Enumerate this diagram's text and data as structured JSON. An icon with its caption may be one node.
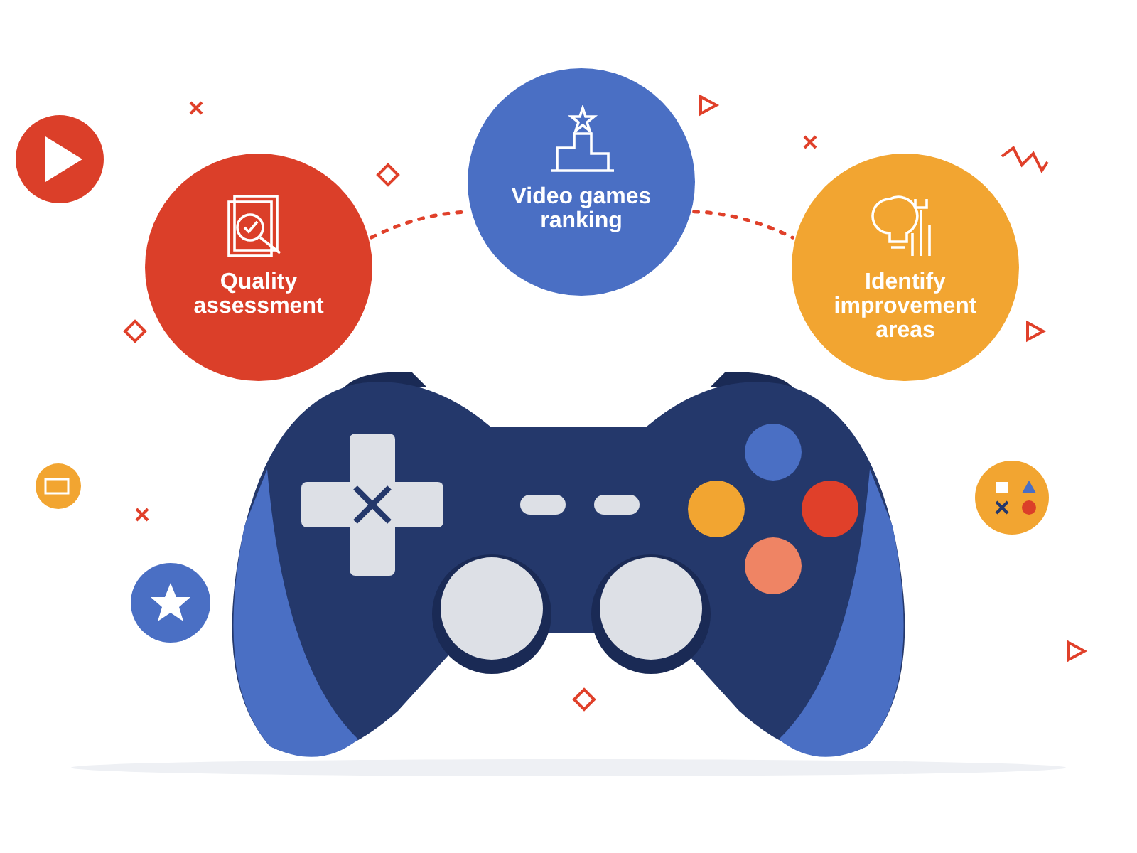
{
  "diagram": {
    "nodes": [
      {
        "text": [
          "Quality assessment"
        ]
      },
      {
        "text": [
          "Video games ranking"
        ]
      },
      {
        "text": [
          "Identify improvement areas"
        ]
      }
    ],
    "edges": [
      {
        "from": 0,
        "to": 1,
        "arrow": "none",
        "style": "dashed"
      },
      {
        "from": 1,
        "to": 2,
        "arrow": "none",
        "style": "dashed"
      }
    ]
  }
}
